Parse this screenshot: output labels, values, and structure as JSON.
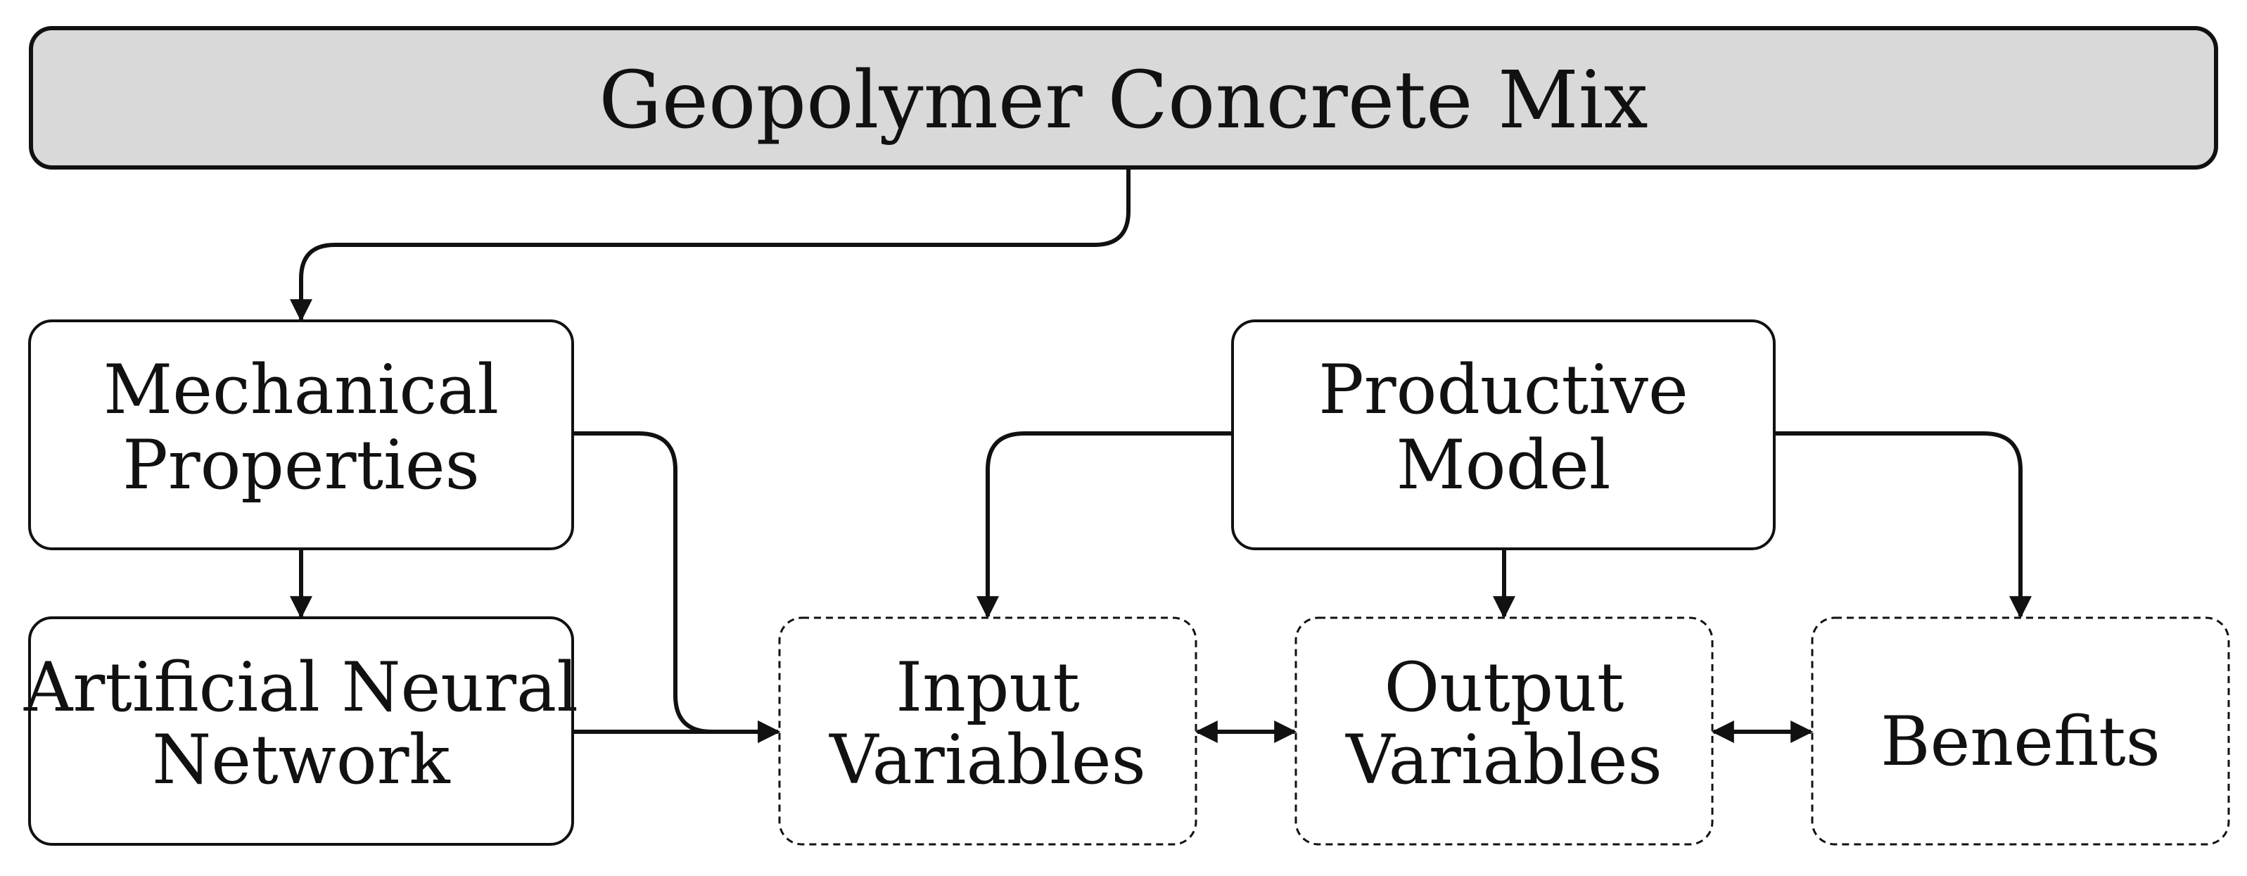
{
  "diagram": {
    "title": "Geopolymer Concrete Mix",
    "mechanical": {
      "line1": "Mechanical",
      "line2": "Properties"
    },
    "ann": {
      "line1": "Artificial Neural",
      "line2": "Network"
    },
    "productive": {
      "line1": "Productive",
      "line2": "Model"
    },
    "input": {
      "line1": "Input",
      "line2": "Variables"
    },
    "output": {
      "line1": "Output",
      "line2": "Variables"
    },
    "benefits": {
      "label": "Benefits"
    }
  },
  "colors": {
    "header_fill": "#d9d9d9",
    "stroke": "#111111",
    "box_fill": "#ffffff"
  }
}
